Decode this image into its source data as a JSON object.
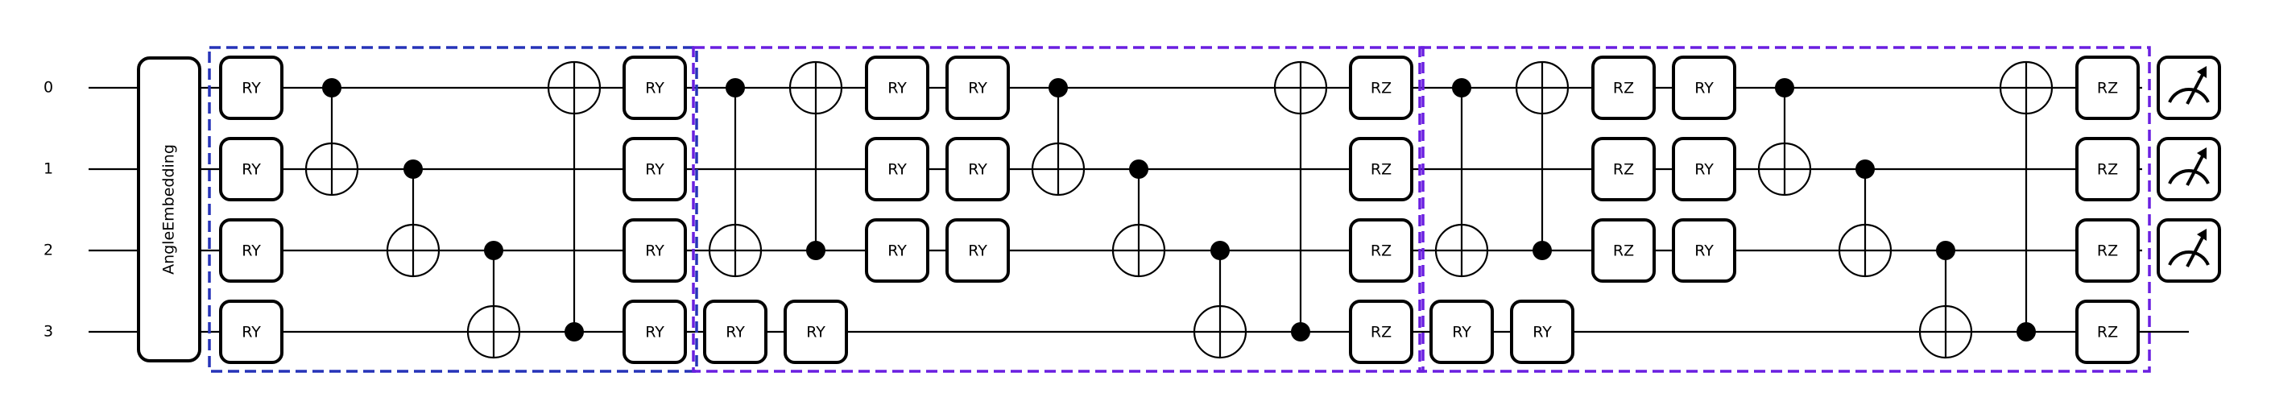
{
  "wires": [
    {
      "label": "0"
    },
    {
      "label": "1"
    },
    {
      "label": "2"
    },
    {
      "label": "3"
    }
  ],
  "embedding": {
    "label": "AngleEmbedding",
    "wires": [
      0,
      1,
      2,
      3
    ]
  },
  "blocks": [
    {
      "color": "#2633b8",
      "cols": [
        1,
        6
      ]
    },
    {
      "color": "#6a1fe0",
      "cols": [
        7,
        15
      ]
    },
    {
      "color": "#6a1fe0",
      "cols": [
        16,
        24
      ]
    }
  ],
  "ops": [
    {
      "type": "gate",
      "label": "RY",
      "col": 1,
      "wire": 0
    },
    {
      "type": "gate",
      "label": "RY",
      "col": 1,
      "wire": 1
    },
    {
      "type": "gate",
      "label": "RY",
      "col": 1,
      "wire": 2
    },
    {
      "type": "gate",
      "label": "RY",
      "col": 1,
      "wire": 3
    },
    {
      "type": "cnot",
      "col": 2,
      "control": 0,
      "target": 1
    },
    {
      "type": "cnot",
      "col": 3,
      "control": 1,
      "target": 2
    },
    {
      "type": "cnot",
      "col": 4,
      "control": 2,
      "target": 3
    },
    {
      "type": "cnot",
      "col": 5,
      "control": 3,
      "target": 0
    },
    {
      "type": "gate",
      "label": "RY",
      "col": 6,
      "wire": 0
    },
    {
      "type": "gate",
      "label": "RY",
      "col": 6,
      "wire": 1
    },
    {
      "type": "gate",
      "label": "RY",
      "col": 6,
      "wire": 2
    },
    {
      "type": "gate",
      "label": "RY",
      "col": 6,
      "wire": 3
    },
    {
      "type": "cnot",
      "col": 7,
      "control": 0,
      "target": 2
    },
    {
      "type": "gate",
      "label": "RY",
      "col": 7,
      "wire": 3
    },
    {
      "type": "cnot",
      "col": 8,
      "control": 2,
      "target": 0
    },
    {
      "type": "gate",
      "label": "RY",
      "col": 8,
      "wire": 3
    },
    {
      "type": "gate",
      "label": "RY",
      "col": 9,
      "wire": 0
    },
    {
      "type": "gate",
      "label": "RY",
      "col": 9,
      "wire": 1
    },
    {
      "type": "gate",
      "label": "RY",
      "col": 9,
      "wire": 2
    },
    {
      "type": "gate",
      "label": "RY",
      "col": 10,
      "wire": 0
    },
    {
      "type": "gate",
      "label": "RY",
      "col": 10,
      "wire": 1
    },
    {
      "type": "gate",
      "label": "RY",
      "col": 10,
      "wire": 2
    },
    {
      "type": "cnot",
      "col": 11,
      "control": 0,
      "target": 1
    },
    {
      "type": "cnot",
      "col": 12,
      "control": 1,
      "target": 2
    },
    {
      "type": "cnot",
      "col": 13,
      "control": 2,
      "target": 3
    },
    {
      "type": "cnot",
      "col": 14,
      "control": 3,
      "target": 0
    },
    {
      "type": "gate",
      "label": "RZ",
      "col": 15,
      "wire": 0
    },
    {
      "type": "gate",
      "label": "RZ",
      "col": 15,
      "wire": 1
    },
    {
      "type": "gate",
      "label": "RZ",
      "col": 15,
      "wire": 2
    },
    {
      "type": "gate",
      "label": "RZ",
      "col": 15,
      "wire": 3
    },
    {
      "type": "cnot",
      "col": 16,
      "control": 0,
      "target": 2
    },
    {
      "type": "gate",
      "label": "RY",
      "col": 16,
      "wire": 3
    },
    {
      "type": "cnot",
      "col": 17,
      "control": 2,
      "target": 0
    },
    {
      "type": "gate",
      "label": "RY",
      "col": 17,
      "wire": 3
    },
    {
      "type": "gate",
      "label": "RZ",
      "col": 18,
      "wire": 0
    },
    {
      "type": "gate",
      "label": "RZ",
      "col": 18,
      "wire": 1
    },
    {
      "type": "gate",
      "label": "RZ",
      "col": 18,
      "wire": 2
    },
    {
      "type": "gate",
      "label": "RY",
      "col": 19,
      "wire": 0
    },
    {
      "type": "gate",
      "label": "RY",
      "col": 19,
      "wire": 1
    },
    {
      "type": "gate",
      "label": "RY",
      "col": 19,
      "wire": 2
    },
    {
      "type": "cnot",
      "col": 20,
      "control": 0,
      "target": 1
    },
    {
      "type": "cnot",
      "col": 21,
      "control": 1,
      "target": 2
    },
    {
      "type": "cnot",
      "col": 22,
      "control": 2,
      "target": 3
    },
    {
      "type": "cnot",
      "col": 23,
      "control": 3,
      "target": 0
    },
    {
      "type": "gate",
      "label": "RZ",
      "col": 24,
      "wire": 0
    },
    {
      "type": "gate",
      "label": "RZ",
      "col": 24,
      "wire": 1
    },
    {
      "type": "gate",
      "label": "RZ",
      "col": 24,
      "wire": 2
    },
    {
      "type": "gate",
      "label": "RZ",
      "col": 24,
      "wire": 3
    },
    {
      "type": "measure",
      "col": 25,
      "wire": 0
    },
    {
      "type": "measure",
      "col": 25,
      "wire": 1
    },
    {
      "type": "measure",
      "col": 25,
      "wire": 2
    }
  ]
}
